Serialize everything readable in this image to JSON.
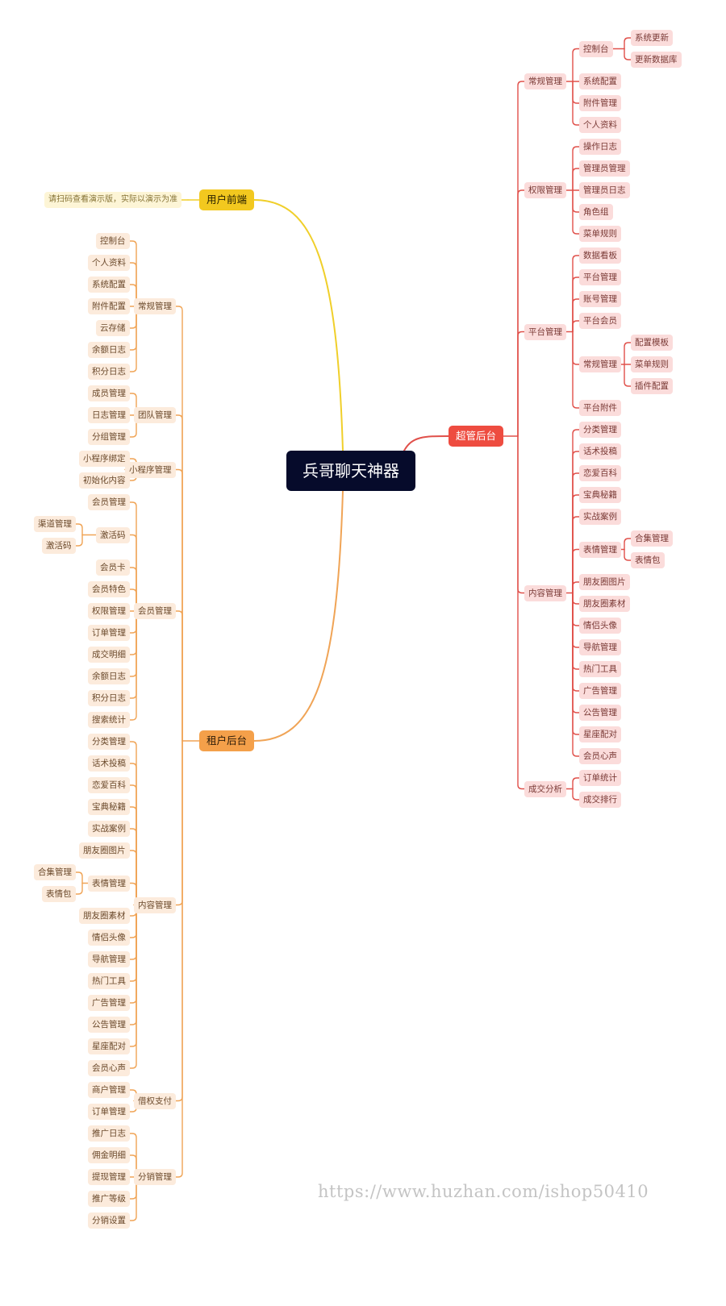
{
  "tree": {
    "root": "兵哥聊天神器",
    "branches": [
      {
        "label": "超管后台",
        "colors": {
          "branch_bg": "#ee4c40",
          "branch_text": "#ffffff",
          "line": "#e0504a"
        },
        "children": [
          {
            "label": "常规管理",
            "children": [
              {
                "label": "控制台",
                "children": [
                  {
                    "label": "系统更新"
                  },
                  {
                    "label": "更新数据库"
                  }
                ]
              },
              {
                "label": "系统配置"
              },
              {
                "label": "附件管理"
              },
              {
                "label": "个人资料"
              }
            ]
          },
          {
            "label": "权限管理",
            "children": [
              {
                "label": "操作日志"
              },
              {
                "label": "管理员管理"
              },
              {
                "label": "管理员日志"
              },
              {
                "label": "角色组"
              },
              {
                "label": "菜单规则"
              }
            ]
          },
          {
            "label": "平台管理",
            "children": [
              {
                "label": "数据看板"
              },
              {
                "label": "平台管理"
              },
              {
                "label": "账号管理"
              },
              {
                "label": "平台会员"
              },
              {
                "label": "常规管理",
                "children": [
                  {
                    "label": "配置模板"
                  },
                  {
                    "label": "菜单规则"
                  },
                  {
                    "label": "插件配置"
                  }
                ]
              },
              {
                "label": "平台附件"
              }
            ]
          },
          {
            "label": "内容管理",
            "children": [
              {
                "label": "分类管理"
              },
              {
                "label": "话术投稿"
              },
              {
                "label": "恋爱百科"
              },
              {
                "label": "宝典秘籍"
              },
              {
                "label": "实战案例"
              },
              {
                "label": "表情管理",
                "children": [
                  {
                    "label": "合集管理"
                  },
                  {
                    "label": "表情包"
                  }
                ]
              },
              {
                "label": "朋友圈图片"
              },
              {
                "label": "朋友圈素材"
              },
              {
                "label": "情侣头像"
              },
              {
                "label": "导航管理"
              },
              {
                "label": "热门工具"
              },
              {
                "label": "广告管理"
              },
              {
                "label": "公告管理"
              },
              {
                "label": "星座配对"
              },
              {
                "label": "会员心声"
              }
            ]
          },
          {
            "label": "成交分析",
            "children": [
              {
                "label": "订单统计"
              },
              {
                "label": "成交排行"
              }
            ]
          }
        ]
      },
      {
        "label": "用户前端",
        "colors": {
          "branch_bg": "#f2c81f",
          "branch_text": "#2a2200",
          "line": "#f0cf2a"
        },
        "children": [
          {
            "label": "请扫码查看演示版，实际以演示为准",
            "note": true
          }
        ]
      },
      {
        "label": "租户后台",
        "colors": {
          "branch_bg": "#f4a04a",
          "branch_text": "#2a1a08",
          "line": "#f0a456"
        },
        "children": [
          {
            "label": "常规管理",
            "children": [
              {
                "label": "控制台"
              },
              {
                "label": "个人资料"
              },
              {
                "label": "系统配置"
              },
              {
                "label": "附件配置"
              },
              {
                "label": "云存储"
              },
              {
                "label": "余额日志"
              },
              {
                "label": "积分日志"
              }
            ]
          },
          {
            "label": "团队管理",
            "children": [
              {
                "label": "成员管理"
              },
              {
                "label": "日志管理"
              },
              {
                "label": "分组管理"
              }
            ]
          },
          {
            "label": "小程序管理",
            "children": [
              {
                "label": "小程序绑定"
              },
              {
                "label": "初始化内容"
              }
            ]
          },
          {
            "label": "会员管理",
            "children": [
              {
                "label": "会员管理"
              },
              {
                "label": "激活码",
                "children": [
                  {
                    "label": "渠道管理"
                  },
                  {
                    "label": "激活码"
                  }
                ]
              },
              {
                "label": "会员卡"
              },
              {
                "label": "会员特色"
              },
              {
                "label": "权限管理"
              },
              {
                "label": "订单管理"
              },
              {
                "label": "成交明细"
              },
              {
                "label": "余额日志"
              },
              {
                "label": "积分日志"
              },
              {
                "label": "搜索统计"
              }
            ]
          },
          {
            "label": "内容管理",
            "children": [
              {
                "label": "分类管理"
              },
              {
                "label": "话术投稿"
              },
              {
                "label": "恋爱百科"
              },
              {
                "label": "宝典秘籍"
              },
              {
                "label": "实战案例"
              },
              {
                "label": "朋友圈图片"
              },
              {
                "label": "表情管理",
                "children": [
                  {
                    "label": "合集管理"
                  },
                  {
                    "label": "表情包"
                  }
                ]
              },
              {
                "label": "朋友圈素材"
              },
              {
                "label": "情侣头像"
              },
              {
                "label": "导航管理"
              },
              {
                "label": "热门工具"
              },
              {
                "label": "广告管理"
              },
              {
                "label": "公告管理"
              },
              {
                "label": "星座配对"
              },
              {
                "label": "会员心声"
              }
            ]
          },
          {
            "label": "借权支付",
            "children": [
              {
                "label": "商户管理"
              },
              {
                "label": "订单管理"
              }
            ]
          },
          {
            "label": "分销管理",
            "children": [
              {
                "label": "推广日志"
              },
              {
                "label": "佣金明细"
              },
              {
                "label": "提现管理"
              },
              {
                "label": "推广等级"
              },
              {
                "label": "分销设置"
              }
            ]
          }
        ]
      }
    ]
  },
  "watermark": "https://www.huzhan.com/ishop50410",
  "root_colors": {
    "bg": "#060b2b",
    "text": "#ffffff"
  }
}
